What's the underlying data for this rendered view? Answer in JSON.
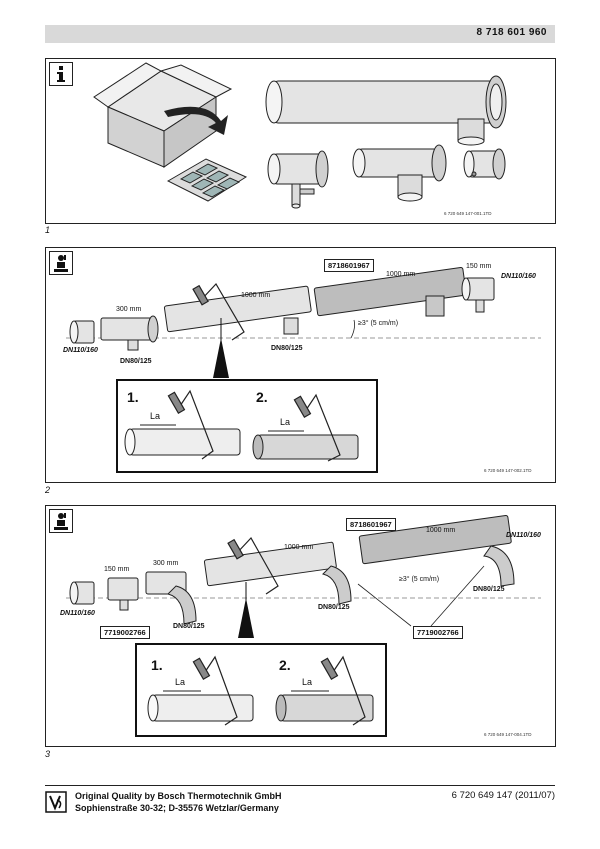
{
  "header": {
    "doc_number": "8 718 601 960"
  },
  "fig1": {
    "number": "1",
    "ref": "6 720 649 147-001.1TD"
  },
  "fig2": {
    "number": "2",
    "ref": "6 720 649 147-002.1TD",
    "part_box": "8718601967",
    "len_1000a": "1000 mm",
    "len_1000b": "1000 mm",
    "len_300": "300 mm",
    "len_150": "150 mm",
    "dn_left": "DN110/160",
    "dn_right": "DN110/160",
    "dn_80a": "DN80/125",
    "dn_80b": "DN80/125",
    "slope": "≥3° (5 cm/m)",
    "step1": "1.",
    "step2": "2.",
    "la1": "La",
    "la2": "La"
  },
  "fig3": {
    "number": "3",
    "ref": "6 720 649 147-004.1TD",
    "part_box": "8718601967",
    "part_box_b": "7719002766",
    "part_box_c": "7719002766",
    "len_1000a": "1000 mm",
    "len_1000b": "1000 mm",
    "len_300": "300 mm",
    "len_150": "150 mm",
    "dn_left": "DN110/160",
    "dn_right": "DN110/160",
    "dn_80a": "DN80/125",
    "dn_80b": "DN80/125",
    "dn_80c": "DN80/125",
    "slope": "≥3° (5 cm/m)",
    "step1": "1.",
    "step2": "2.",
    "la1": "La",
    "la2": "La"
  },
  "footer": {
    "line1": "Original Quality by Bosch Thermotechnik GmbH",
    "line2": "Sophienstraße 30-32; D-35576 Wetzlar/Germany",
    "code": "6 720 649 147 (2011/07)"
  }
}
